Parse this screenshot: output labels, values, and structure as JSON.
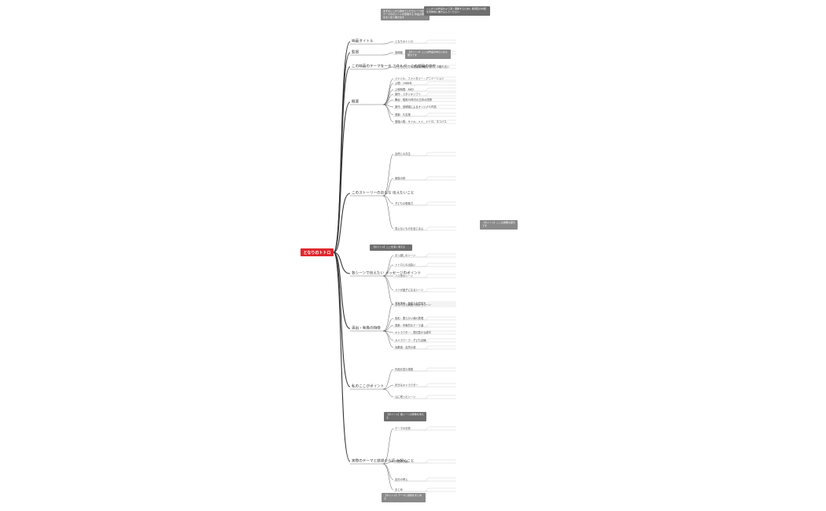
{
  "root": "となりのトトロ",
  "branches": [
    {
      "label": "映画タイトル",
      "children": [
        "となりのトトロ"
      ]
    },
    {
      "label": "監督",
      "children": [
        "宮崎駿"
      ]
    },
    {
      "label": "この映画のテーマを一言\nエネルギーこの部屋の中で",
      "children": [
        "子どもたちの不思議な体験と自然との触れ合い"
      ]
    },
    {
      "label": "概要",
      "children": [
        "ジャンル：ファンタジー・アニメーション",
        "公開：1988年",
        "上映時間：86分",
        "制作：スタジオジブリ",
        "舞台：昭和30年代の日本の田舎",
        "原作：宮崎駿によるオリジナル作品",
        "音楽：久石譲",
        "登場人物：サツキ、メイ、トトロ、ネコバス"
      ]
    },
    {
      "label": "このストーリーのおもな\n伝えたいこと",
      "children": [
        "自然との共生",
        "家族の絆",
        "子どもの想像力",
        "見えないものを信じる心"
      ]
    },
    {
      "label": "各シーンで伝えたい\nメッセージのポイント",
      "children": [
        "引っ越しのシーン",
        "トトロとの出会い",
        "バス停のシーン",
        "メイが迷子になるシーン",
        "ネコバスで病院へ向かうシーン"
      ]
    },
    {
      "label": "演出・映像の特徴",
      "children": [
        "背景美術：緻密な自然描写",
        "色彩：柔らかい緑の表現",
        "音楽：印象的なテーマ曲",
        "キャラクター：表情豊かな描写",
        "カメラワーク：子ども目線",
        "効果音：自然の音"
      ]
    },
    {
      "label": "私のここがポイント",
      "children": [
        "作品を見た感想",
        "好きなキャラクター",
        "心に残ったシーン"
      ]
    },
    {
      "label": "実際のテーマと感想から読\nみ解くこと",
      "children": [
        "テーマの分析",
        "作品の背景",
        "自分の考え",
        "まとめ"
      ]
    }
  ],
  "notes": [
    "まずはここから始めてください\n一つ目のテーマのポイントを整理する\n作品の概要をまとめて書き出す",
    "ここからは作品をより深く理解するために\n各項目の内容を具体的に書き込んでください",
    "【ポイント】ここは作品の中心となる部分です",
    "【ポイント】ここを深く考える",
    "【ポイント】ここは重要な部分です",
    "【ポイント】各シーンの意味を考える",
    "【ポイント】テーマと感想をまとめる"
  ]
}
